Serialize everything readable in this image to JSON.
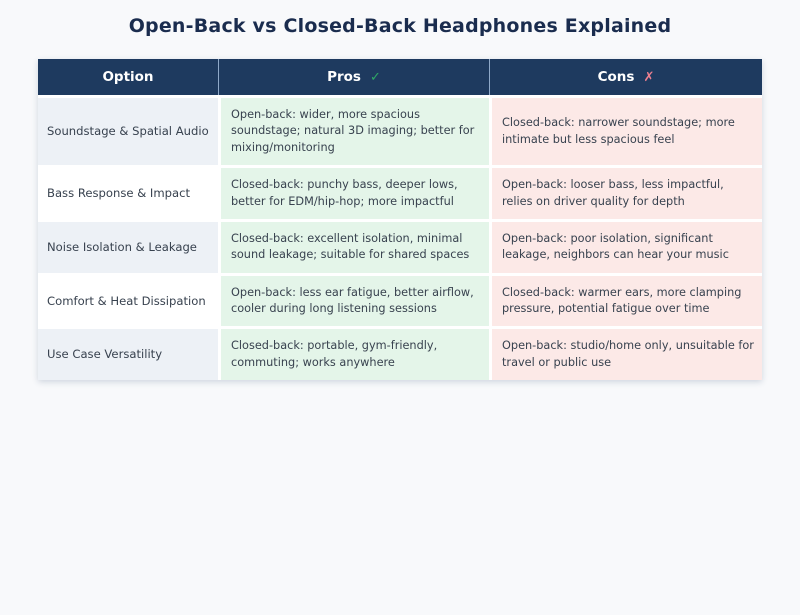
{
  "page": {
    "title": "Open-Back vs Closed-Back Headphones Explained"
  },
  "theme": {
    "page_bg": "#f8f9fb",
    "title_color": "#1a2c4e",
    "header_bg": "#1e3a5f",
    "header_text": "#ffffff",
    "pros_bg": "#e4f5e9",
    "cons_bg": "#fce9e7",
    "alt_row_bg": "#edf1f6",
    "check_color": "#2fa866",
    "x_color": "#ee8090",
    "text_color": "#38424f"
  },
  "table": {
    "headers": [
      {
        "label": "Option",
        "icon": ""
      },
      {
        "label": "Pros",
        "icon": "✓",
        "icon_name": "check-icon"
      },
      {
        "label": "Cons",
        "icon": "✗",
        "icon_name": "x-icon"
      }
    ],
    "rows": [
      {
        "option": "Soundstage & Spatial Audio",
        "pros": "Open-back: wider, more spacious soundstage; natural 3D imaging; better for mixing/monitoring",
        "cons": "Closed-back: narrower soundstage; more intimate but less spacious feel"
      },
      {
        "option": "Bass Response & Impact",
        "pros": "Closed-back: punchy bass, deeper lows, better for EDM/hip-hop; more impactful",
        "cons": "Open-back: looser bass, less impactful, relies on driver quality for depth"
      },
      {
        "option": "Noise Isolation & Leakage",
        "pros": "Closed-back: excellent isolation, minimal sound leakage; suitable for shared spaces",
        "cons": "Open-back: poor isolation, significant leakage, neighbors can hear your music"
      },
      {
        "option": "Comfort & Heat Dissipation",
        "pros": "Open-back: less ear fatigue, better airflow, cooler during long listening sessions",
        "cons": "Closed-back: warmer ears, more clamping pressure, potential fatigue over time"
      },
      {
        "option": "Use Case Versatility",
        "pros": "Closed-back: portable, gym-friendly, commuting; works anywhere",
        "cons": "Open-back: studio/home only, unsuitable for travel or public use"
      }
    ]
  }
}
